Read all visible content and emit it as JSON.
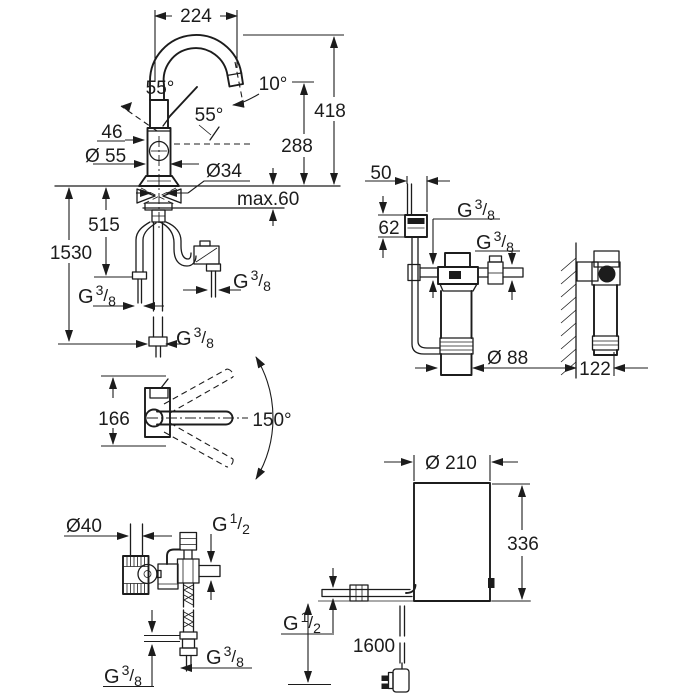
{
  "drawing": {
    "background": "#ffffff",
    "line_color": "#1c1c1c"
  },
  "dims": {
    "d224": "224",
    "d55a": "55°",
    "d55b": "55°",
    "d10": "10°",
    "d418": "418",
    "d288": "288",
    "d46": "46",
    "dia55": "Ø 55",
    "dia34": "Ø34",
    "max60": "max.60",
    "d515": "515",
    "d1530": "1530",
    "d166": "166",
    "d150": "150°",
    "d50": "50",
    "d62": "62",
    "dia88": "Ø 88",
    "d122": "122",
    "dia40": "Ø40",
    "d336": "336",
    "dia210": "Ø 210",
    "d1600": "1600"
  },
  "threads": {
    "g38": {
      "symbol": "G",
      "numerator": "3",
      "slash": "/",
      "denominator": "8"
    },
    "g12": {
      "symbol": "G",
      "numerator": "1",
      "slash": "/",
      "denominator": "2"
    }
  }
}
